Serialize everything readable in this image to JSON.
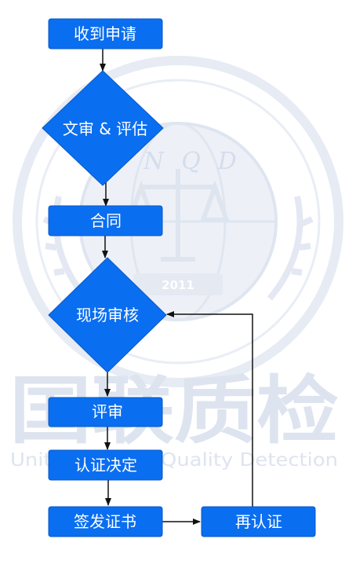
{
  "flowchart": {
    "nodes": {
      "receive_application": "收到申请",
      "document_review": "文审 & 评估",
      "contract": "合同",
      "onsite_audit": "现场审核",
      "review": "评审",
      "certification_decision": "认证决定",
      "issue_certificate": "签发证书",
      "recertification": "再认证"
    }
  },
  "watermark": {
    "logo_letters": "WNQD",
    "logo_year": "2011",
    "company_name": "国联质检",
    "company_name_en": "United Testing Quality Detection"
  },
  "colors": {
    "node_fill": "#0a6ef0",
    "node_border": "#0858c8",
    "arrow": "#111111",
    "watermark": "#dde4ef"
  }
}
